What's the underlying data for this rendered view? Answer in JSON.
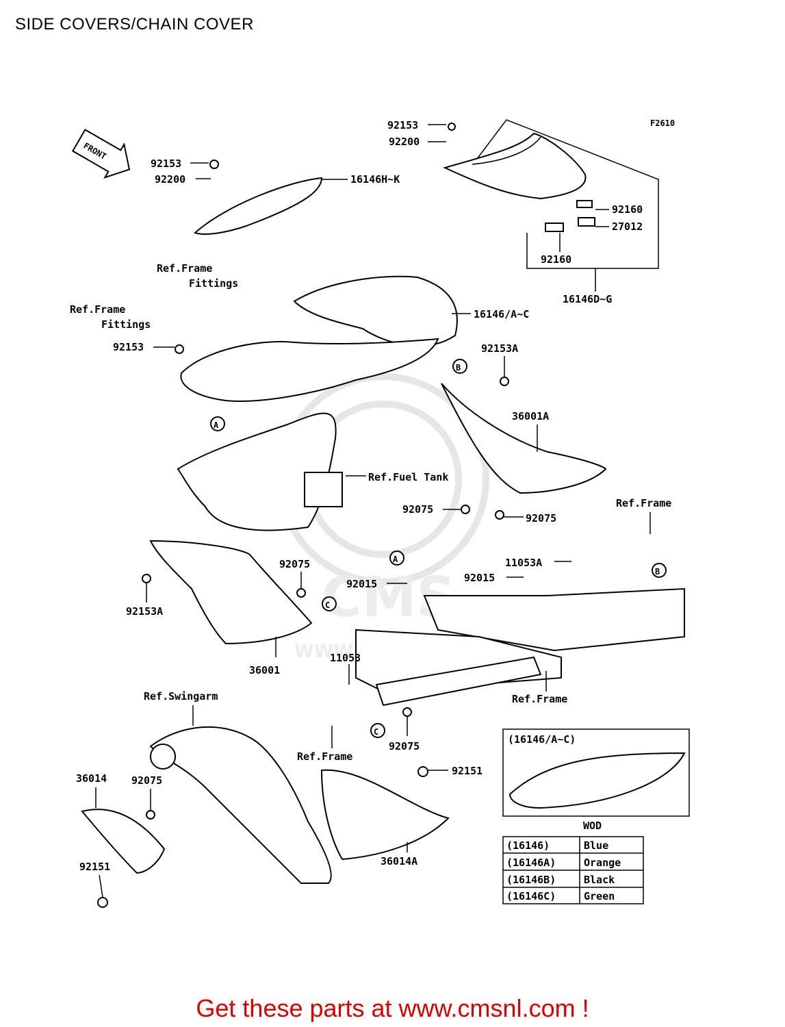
{
  "title": "SIDE COVERS/CHAIN COVER",
  "figure_code": "F2610",
  "front_label": "FRONT",
  "footer": "Get these parts at www.cmsnl.com !",
  "watermark": "CMS",
  "watermark_url": "WWW.CMSNL.COM",
  "labels": {
    "l92153_top": "92153",
    "l92200_top": "92200",
    "l92153_left": "92153",
    "l92200_left": "92200",
    "l16146HK": "16146H~K",
    "l92160a": "92160",
    "l27012": "27012",
    "l92160b": "92160",
    "l16146DG": "16146D~G",
    "refFrameFit1a": "Ref.Frame",
    "refFrameFit1b": "Fittings",
    "refFrameFit2a": "Ref.Frame",
    "refFrameFit2b": "Fittings",
    "l16146AC": "16146/A~C",
    "l92153_mid": "92153",
    "l92153A_right": "92153A",
    "l36001A": "36001A",
    "refFuelTank": "Ref.Fuel Tank",
    "l92075_a": "92075",
    "l92075_b": "92075",
    "refFrame1": "Ref.Frame",
    "l11053A": "11053A",
    "l92015_a": "92015",
    "l92015_b": "92015",
    "l92075_c": "92075",
    "l92153A_left": "92153A",
    "l36001": "36001",
    "l11053": "11053",
    "refSwingarm": "Ref.Swingarm",
    "refFrame2": "Ref.Frame",
    "l92075_d": "92075",
    "refFrame3": "Ref.Frame",
    "l36014": "36014",
    "l92075_e": "92075",
    "l92151_a": "92151",
    "l36014A": "36014A",
    "l92151_b": "92151",
    "calloutA": "A",
    "calloutB": "B",
    "calloutC": "C"
  },
  "inset": {
    "title": "(16146/A~C)",
    "wod_label": "WOD",
    "rows": [
      {
        "code": "(16146)",
        "color": "Blue"
      },
      {
        "code": "(16146A)",
        "color": "Orange"
      },
      {
        "code": "(16146B)",
        "color": "Black"
      },
      {
        "code": "(16146C)",
        "color": "Green"
      }
    ]
  },
  "colors": {
    "footer": "#d40000",
    "watermark": "#e6e6e6"
  }
}
